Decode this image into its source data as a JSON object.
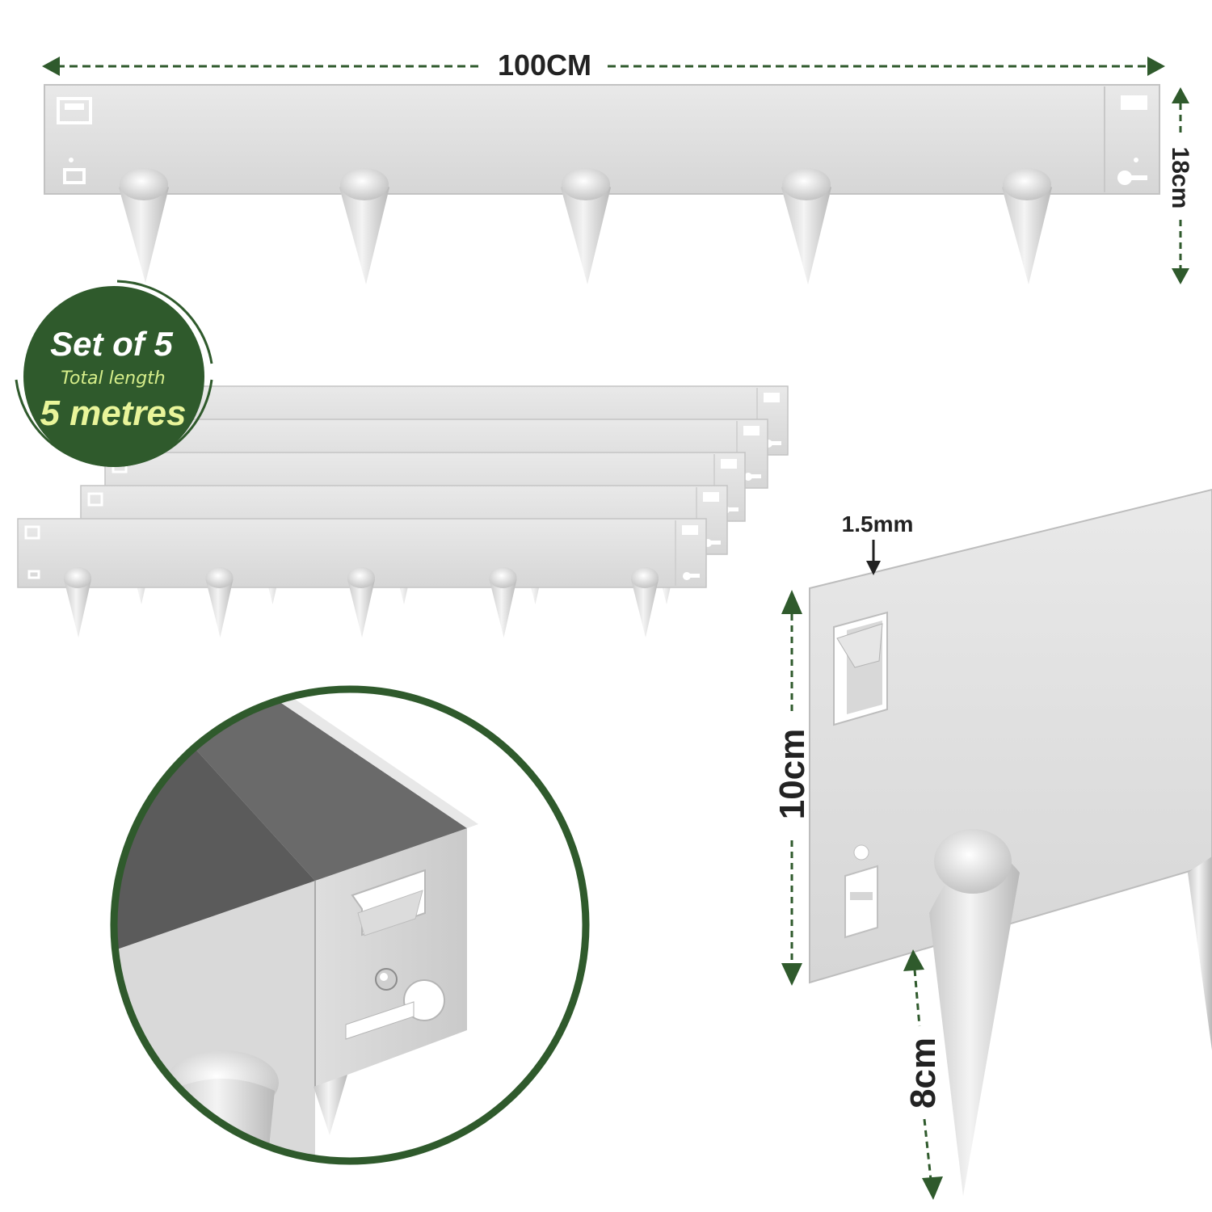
{
  "dimensions": {
    "length": "100CM",
    "height": "18cm",
    "thickness": "1.5mm",
    "panel_height": "10cm",
    "spike_length": "8cm"
  },
  "badge": {
    "title": "Set of 5",
    "subtitle": "Total length",
    "value": "5 metres"
  },
  "colors": {
    "brand_green": "#2f5a2c",
    "metal": "#e0e0e0",
    "arrow": "#2f5a2c"
  }
}
